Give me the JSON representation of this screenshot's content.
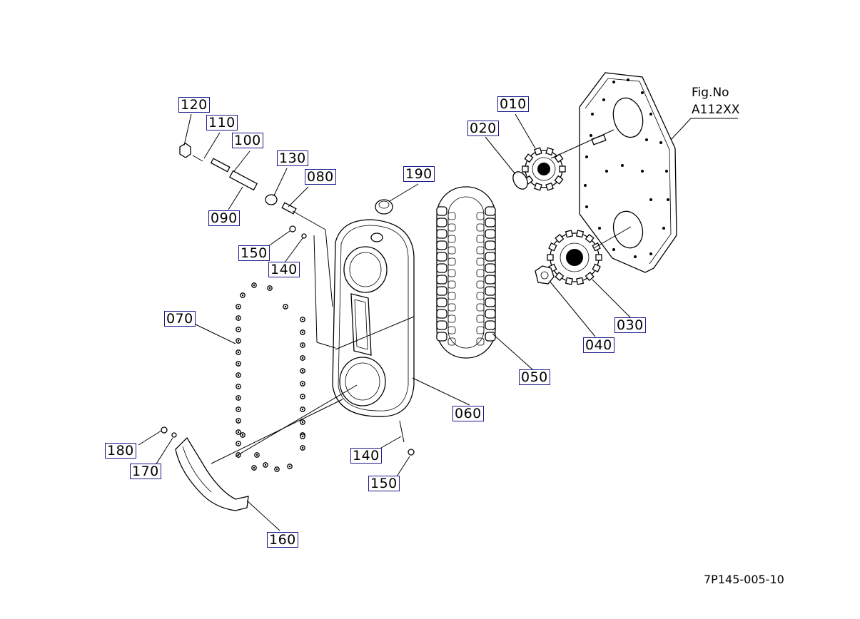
{
  "figure": {
    "label_line1": "Fig.No",
    "label_line2": "A112XX",
    "drawing_code": "7P145-005-10"
  },
  "callouts": [
    {
      "id": "010",
      "text": "010"
    },
    {
      "id": "020",
      "text": "020"
    },
    {
      "id": "030",
      "text": "030"
    },
    {
      "id": "040",
      "text": "040"
    },
    {
      "id": "050",
      "text": "050"
    },
    {
      "id": "060",
      "text": "060"
    },
    {
      "id": "070",
      "text": "070"
    },
    {
      "id": "080",
      "text": "080"
    },
    {
      "id": "090",
      "text": "090"
    },
    {
      "id": "100",
      "text": "100"
    },
    {
      "id": "110",
      "text": "110"
    },
    {
      "id": "120",
      "text": "120"
    },
    {
      "id": "130",
      "text": "130"
    },
    {
      "id": "140a",
      "text": "140"
    },
    {
      "id": "140b",
      "text": "140"
    },
    {
      "id": "150a",
      "text": "150"
    },
    {
      "id": "150b",
      "text": "150"
    },
    {
      "id": "160",
      "text": "160"
    },
    {
      "id": "170",
      "text": "170"
    },
    {
      "id": "180",
      "text": "180"
    },
    {
      "id": "190",
      "text": "190"
    }
  ]
}
